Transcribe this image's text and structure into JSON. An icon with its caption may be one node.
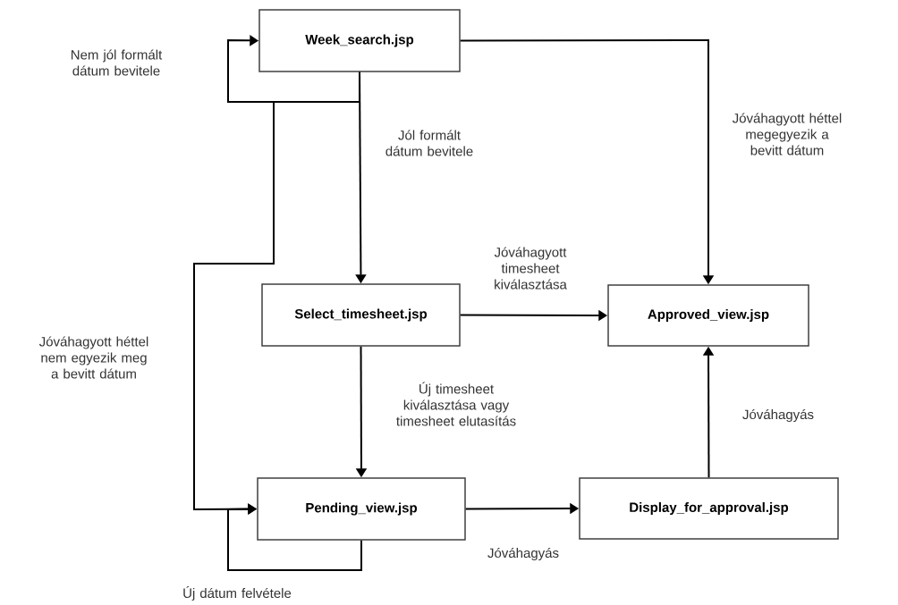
{
  "diagram": {
    "nodes": [
      {
        "text": [
          "Week_search.jsp"
        ]
      },
      {
        "text": [
          "Select_timesheet.jsp"
        ]
      },
      {
        "text": [
          "Approved_view.jsp"
        ]
      },
      {
        "text": [
          "Pending_view.jsp"
        ]
      },
      {
        "text": [
          "Display_for_approval.jsp"
        ]
      }
    ],
    "edges": [
      {
        "from": 0,
        "to": 0,
        "arrow": "to",
        "label": "Nem jól formált dátum bevitele"
      },
      {
        "from": 0,
        "to": 1,
        "arrow": "to",
        "label": "Jól formált dátum bevitele"
      },
      {
        "from": 0,
        "to": 2,
        "arrow": "to",
        "label": "Jóváhagyott héttel megegyezik a bevitt dátum"
      },
      {
        "from": 0,
        "to": 3,
        "arrow": "to",
        "label": "Jóváhagyott héttel nem egyezik meg a bevitt dátum"
      },
      {
        "from": 1,
        "to": 2,
        "arrow": "to",
        "label": "Jóváhagyott timesheet kiválasztása"
      },
      {
        "from": 1,
        "to": 3,
        "arrow": "to",
        "label": "Új timesheet kiválasztása vagy timesheet elutasítás"
      },
      {
        "from": 3,
        "to": 3,
        "arrow": "to",
        "label": "Új dátum felvétele"
      },
      {
        "from": 3,
        "to": 4,
        "arrow": "to",
        "label": "Jóváhagyás"
      },
      {
        "from": 4,
        "to": 2,
        "arrow": "to",
        "label": "Jóváhagyás"
      }
    ]
  }
}
